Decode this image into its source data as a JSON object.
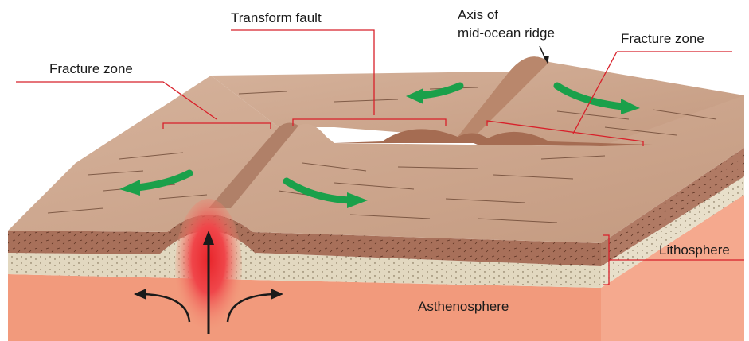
{
  "labels": {
    "transform_fault": "Transform fault",
    "axis_line1": "Axis of",
    "axis_line2": "mid-ocean ridge",
    "fracture_zone_left": "Fracture zone",
    "fracture_zone_right": "Fracture zone",
    "lithosphere": "Lithosphere",
    "asthenosphere": "Asthenosphere"
  },
  "colors": {
    "seafloor_top": "#c9a38a",
    "crust_layer": "#a8705a",
    "sediment_band": "#e2d8c0",
    "mantle": "#f29a7c",
    "magma_core": "#e8252b",
    "spreading_arrow": "#1aa04a",
    "leader_line": "#d8202a"
  }
}
